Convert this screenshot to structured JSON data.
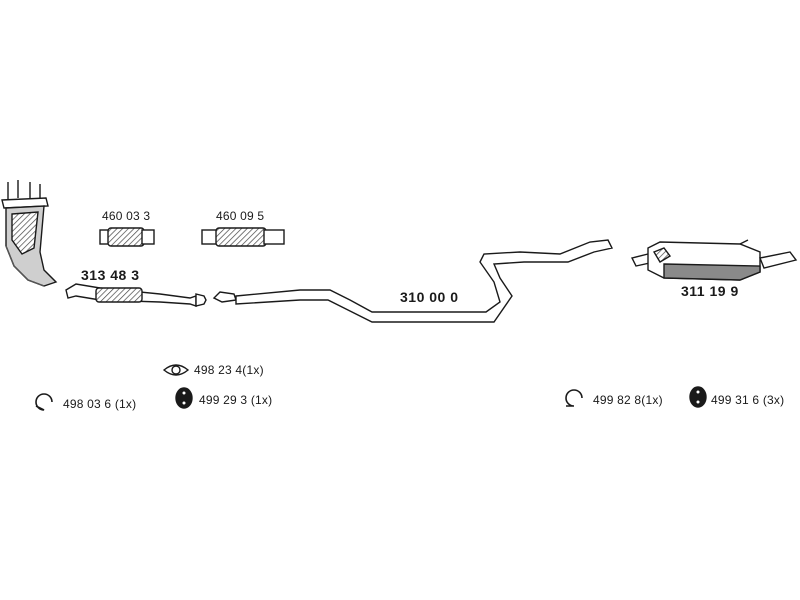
{
  "colors": {
    "line": "#1a1a1a",
    "fill_light": "#cfcfcf",
    "fill_dark": "#8a8a8a"
  },
  "parts": {
    "downpipe": {
      "number": "313 48 3",
      "icon": "downpipe-with-catalyst-icon"
    },
    "flex_pipe_a": {
      "number": "460 03 3",
      "icon": "flex-pipe-icon"
    },
    "flex_pipe_b": {
      "number": "460 09 5",
      "icon": "flex-pipe-icon"
    },
    "middle_pipe": {
      "number": "310 00 0",
      "icon": "middle-pipe-icon"
    },
    "rear_silencer": {
      "number": "311 19 9",
      "icon": "rear-silencer-icon"
    }
  },
  "accessories": [
    {
      "label": "498 23 4(1x)",
      "icon": "gasket-icon"
    },
    {
      "label": "498 03 6 (1x)",
      "icon": "clamp-icon"
    },
    {
      "label": "499 29 3 (1x)",
      "icon": "rubber-hanger-icon"
    },
    {
      "label": "499 82 8(1x)",
      "icon": "clamp-icon"
    },
    {
      "label": "499 31 6 (3x)",
      "icon": "rubber-hanger-icon"
    }
  ]
}
